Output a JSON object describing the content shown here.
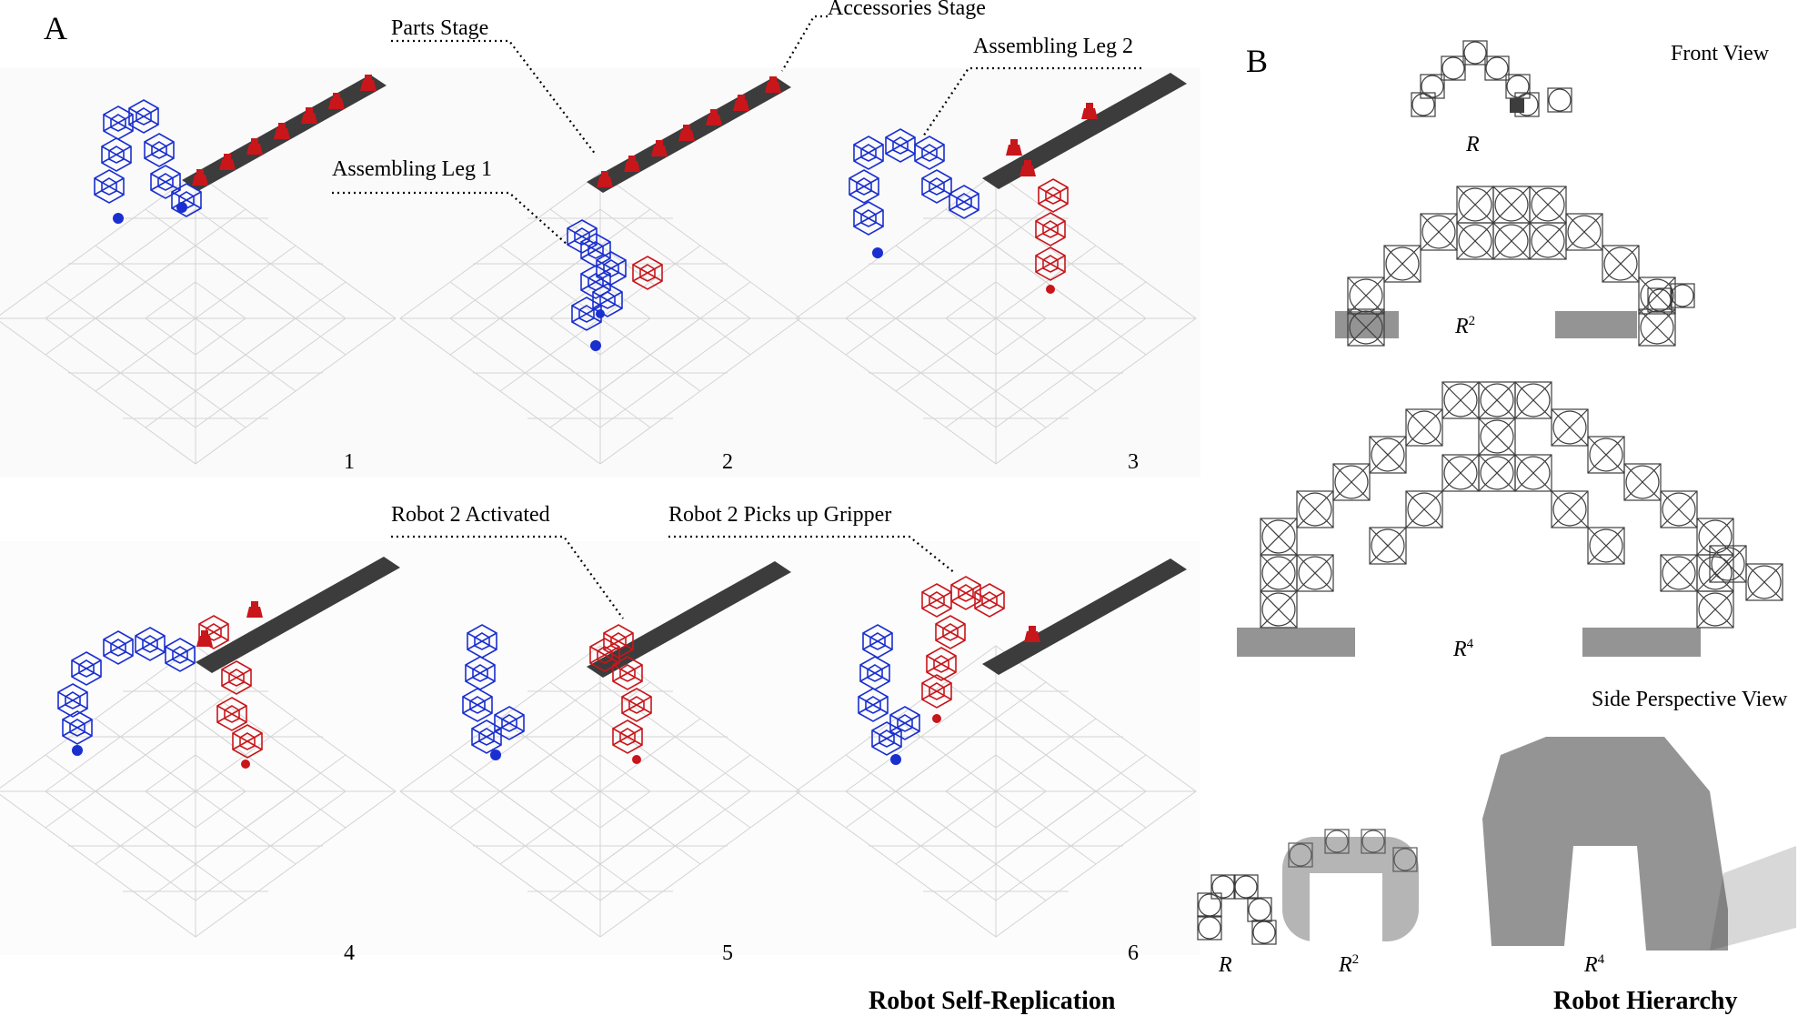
{
  "panel_a": {
    "label": "A",
    "callouts": {
      "parts_stage": "Parts Stage",
      "accessories_stage": "Accessories Stage",
      "assembling_leg_1": "Assembling Leg 1",
      "assembling_leg_2": "Assembling Leg 2",
      "robot2_activated": "Robot 2 Activated",
      "robot2_picks_gripper": "Robot 2 Picks up Gripper"
    },
    "step_numbers": [
      "1",
      "2",
      "3",
      "4",
      "5",
      "6"
    ],
    "caption": "Robot Self-Replication"
  },
  "panel_b": {
    "label": "B",
    "front_view": "Front View",
    "side_view": "Side Perspective View",
    "r_labels": [
      "R",
      "R",
      "R",
      "R",
      "R",
      "R"
    ],
    "r_sups": [
      "",
      "2",
      "4",
      "",
      "2",
      "4"
    ],
    "caption": "Robot Hierarchy"
  },
  "colors": {
    "robot1": "#1a2fd0",
    "robot2": "#c8161b",
    "stage": "#3c3c3c",
    "lattice": "#d4d4d4"
  }
}
